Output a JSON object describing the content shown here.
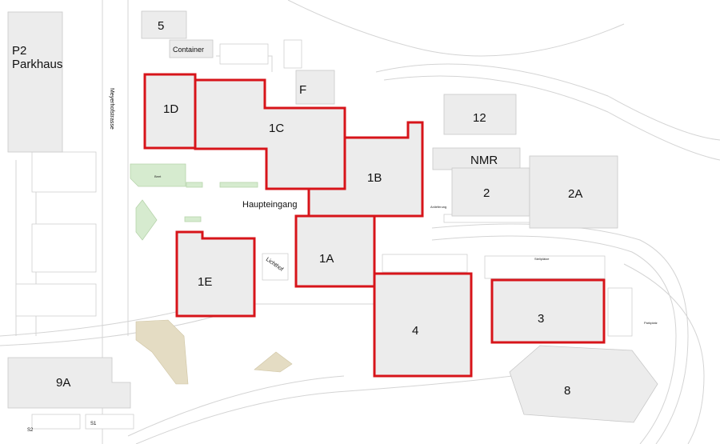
{
  "buildings": {
    "b5": "5",
    "container": "Container",
    "p2_line1": "P2",
    "p2_line2": "Parkhaus",
    "b1d": "1D",
    "b1c": "1C",
    "f": "F",
    "b12": "12",
    "b1b": "1B",
    "nmr": "NMR",
    "b2": "2",
    "b2a": "2A",
    "b1a": "1A",
    "b1e": "1E",
    "b4": "4",
    "b3": "3",
    "b9a": "9A",
    "b8": "8"
  },
  "labels": {
    "street": "Meyerhofstrasse",
    "main_entrance": "Haupteingang",
    "lichthof": "Lichthof",
    "beet": "Beet",
    "anlieferung": "Anlieferung",
    "stellplaetze": "Stellplätze",
    "parkplatz": "Parkplatz",
    "s1": "S1",
    "s2": "S2"
  },
  "colors": {
    "highlight": "#d7141a",
    "building": "#ececec",
    "green": "#d6ebcf",
    "sand": "#e4dcc3"
  }
}
